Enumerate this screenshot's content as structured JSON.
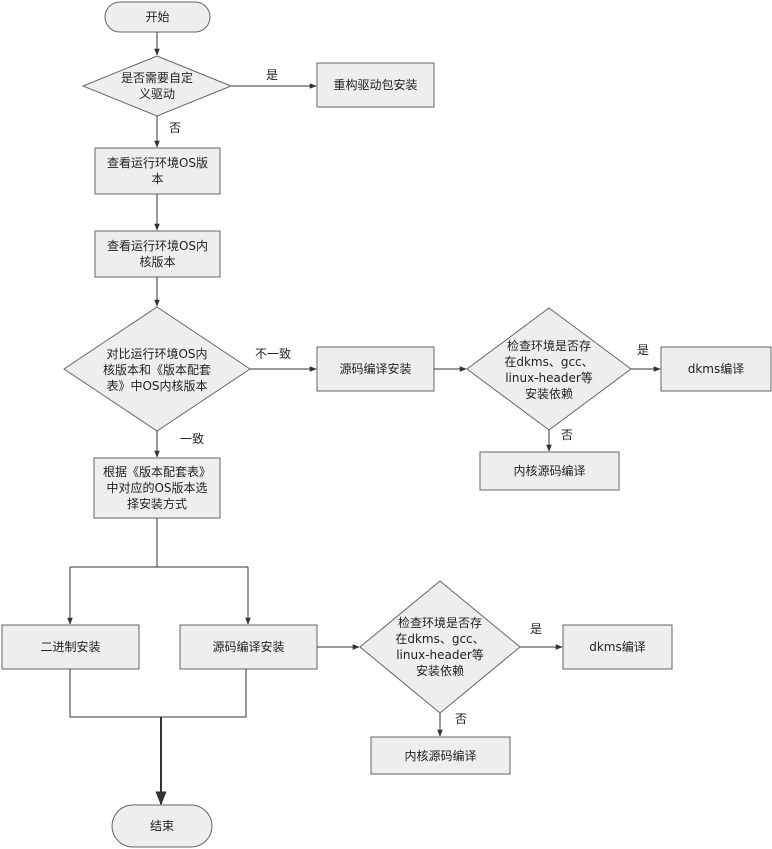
{
  "nodes": {
    "start": "开始",
    "custom_driver": "是否需要自定\n义驱动",
    "rebuild": "重构驱动包安装",
    "check_os": "查看运行环境OS版\n本",
    "check_kernel": "查看运行环境OS内\n核版本",
    "compare": "对比运行环境OS内\n核版本和《版本配套\n表》中OS内核版本",
    "source_top": "源码编译安装",
    "env_check_top": "检查环境是否存\n在dkms、gcc、\nlinux-header等\n安装依赖",
    "dkms_top": "dkms编译",
    "kernel_src_top": "内核源码编译",
    "choose_method": "根据《版本配套表》\n中对应的OS版本选\n择安装方式",
    "binary": "二进制安装",
    "source_bottom": "源码编译安装",
    "env_check_bottom": "检查环境是否存\n在dkms、gcc、\nlinux-header等\n安装依赖",
    "dkms_bottom": "dkms编译",
    "kernel_src_bottom": "内核源码编译",
    "end": "结束"
  },
  "labels": {
    "yes": "是",
    "no": "否",
    "mismatch": "不一致",
    "match": "一致"
  },
  "colors": {
    "fill": "#eeeeee",
    "stroke": "#666666",
    "line": "#333333"
  }
}
